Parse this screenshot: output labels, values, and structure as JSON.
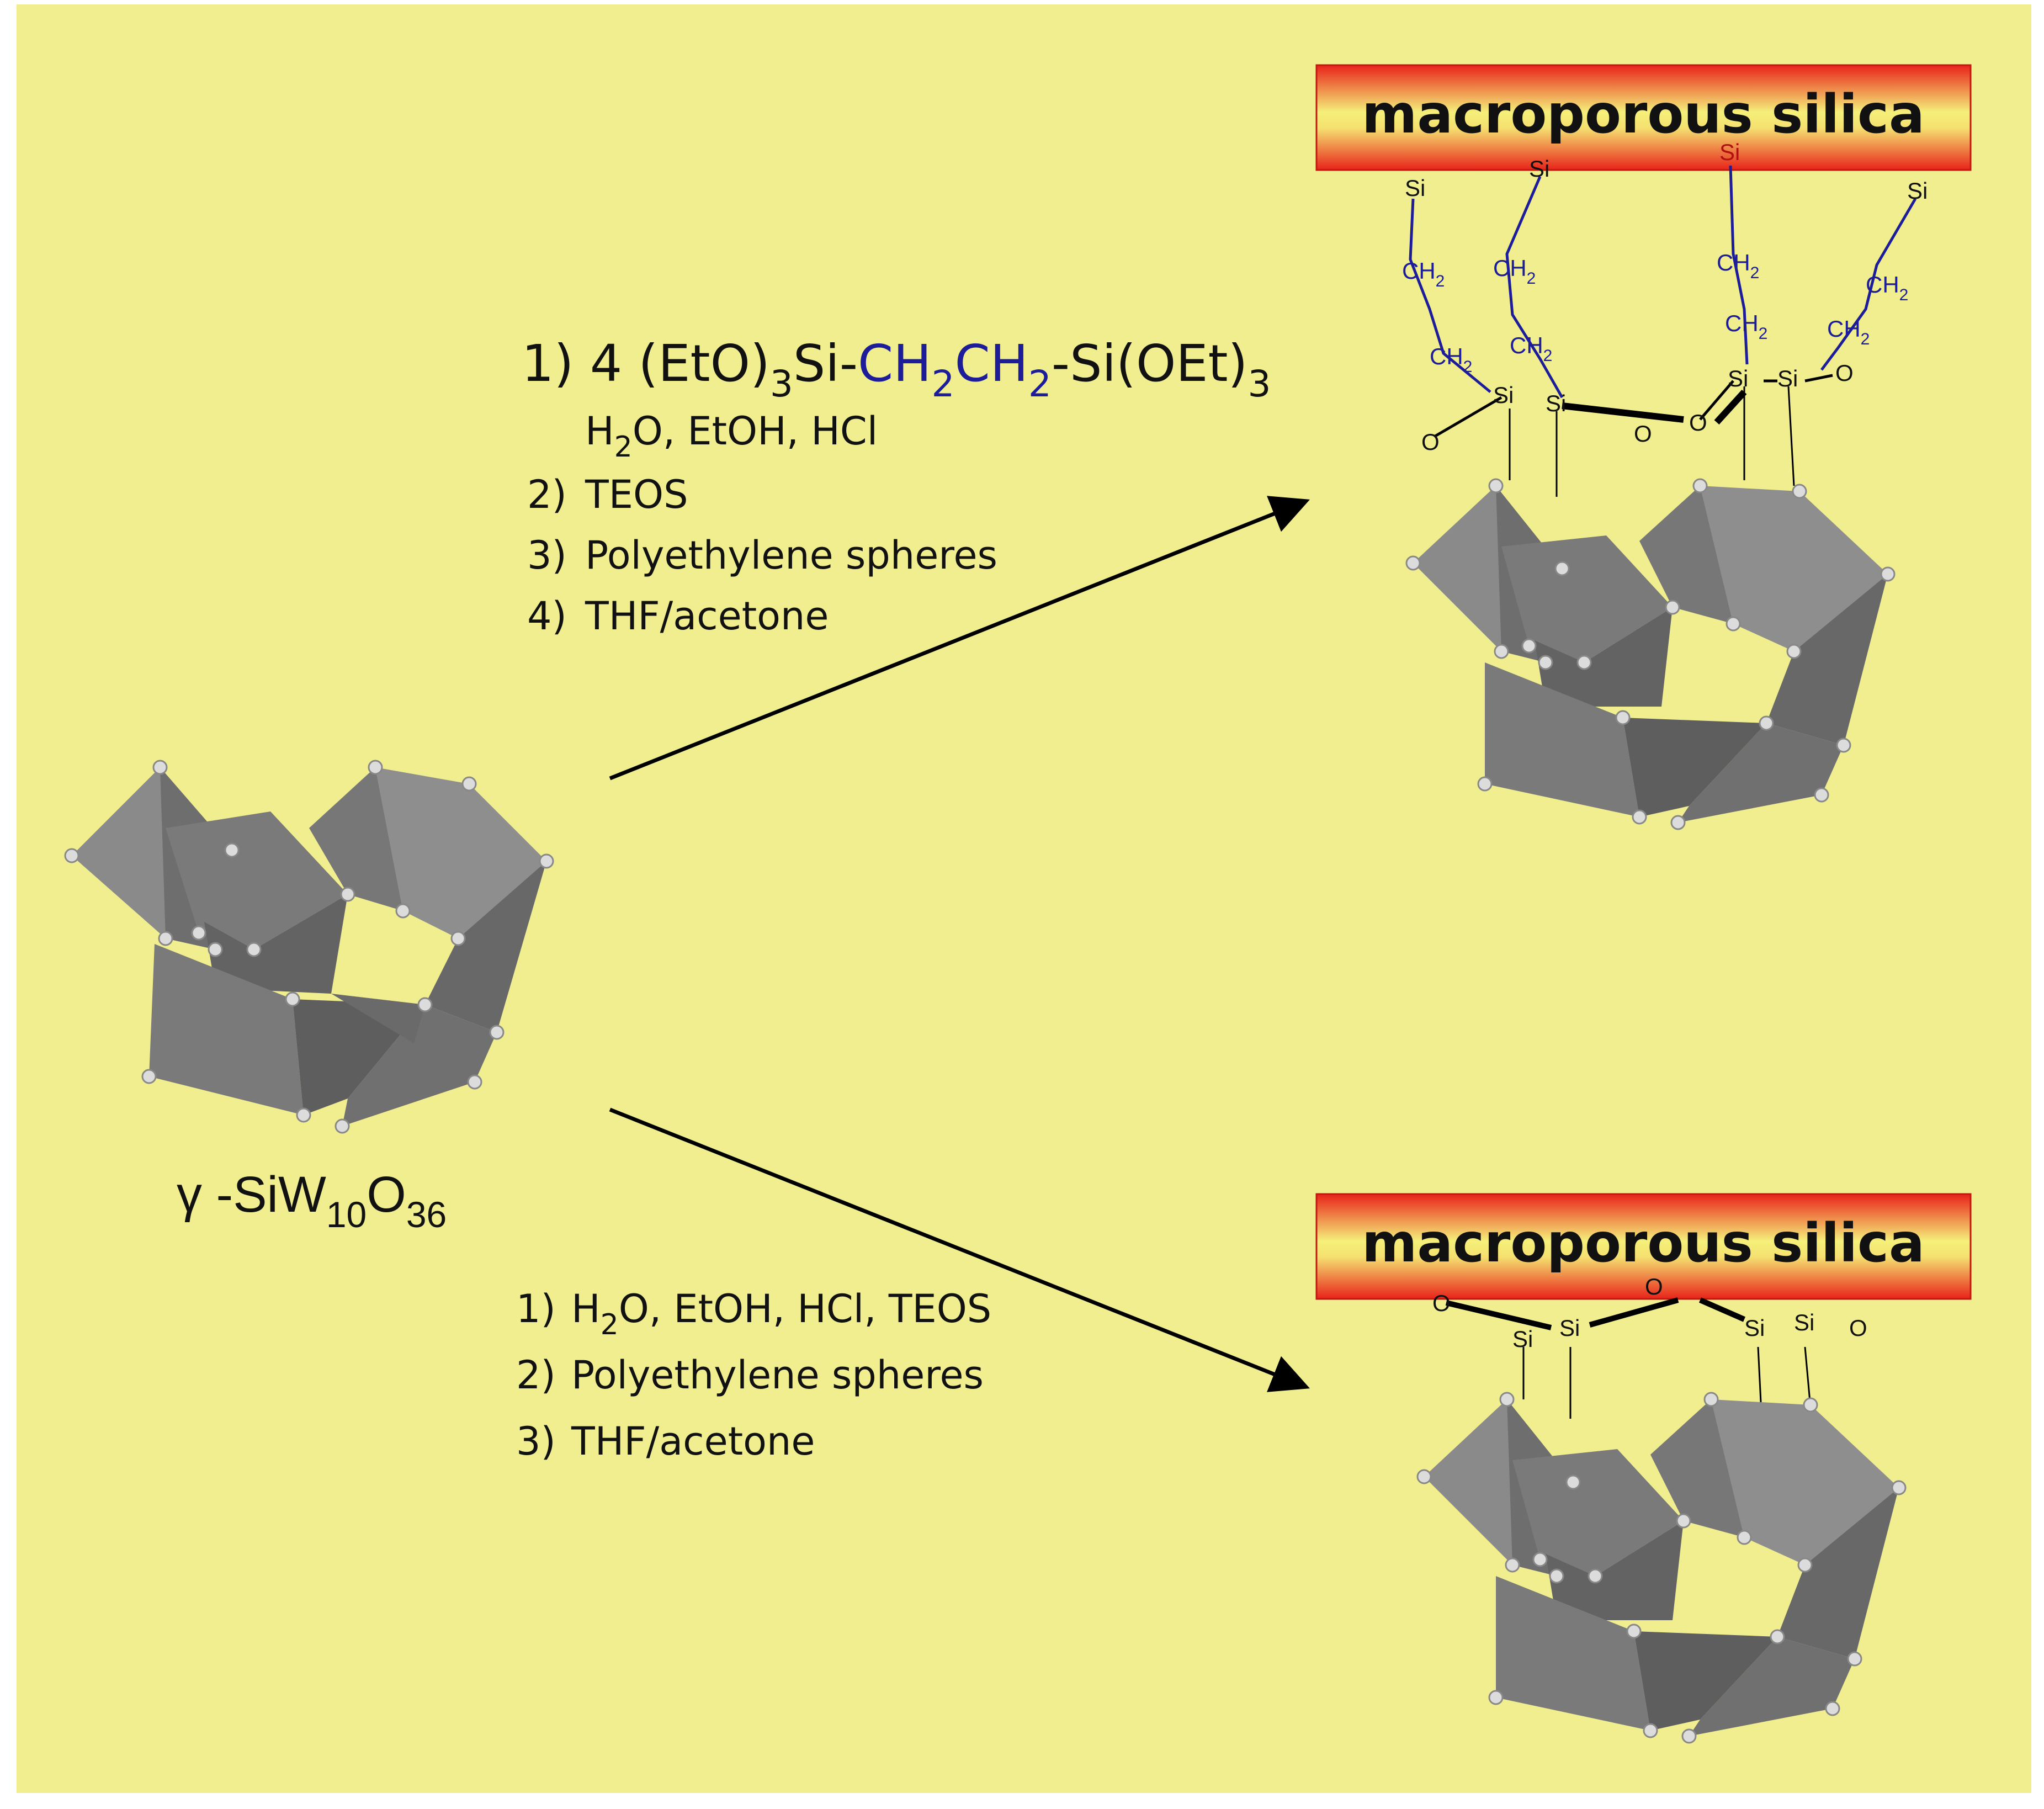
{
  "compound_label": {
    "prefix": "γ -SiW",
    "sub1": "10",
    "mid": "O",
    "sub2": "36"
  },
  "upper_route": {
    "step1": {
      "number": "1)",
      "coef": "4",
      "part_a": "(EtO)",
      "sub_a": "3",
      "part_b": "Si-",
      "bridge_1": "CH",
      "sub_b1": "2",
      "bridge_2": "CH",
      "sub_b2": "2",
      "part_c": "-Si(OEt)",
      "sub_c": "3"
    },
    "step1_conditions": {
      "a": "H",
      "sub": "2",
      "b": "O, EtOH, HCl"
    },
    "steps": [
      {
        "number": "2)",
        "text": "TEOS"
      },
      {
        "number": "3)",
        "text": "Polyethylene spheres"
      },
      {
        "number": "4)",
        "text": "THF/acetone"
      }
    ]
  },
  "lower_route": {
    "step1": {
      "number": "1)",
      "a": "H",
      "sub": "2",
      "b": "O, EtOH, HCl, TEOS"
    },
    "steps": [
      {
        "number": "2)",
        "text": "Polyethylene spheres"
      },
      {
        "number": "3)",
        "text": "THF/acetone"
      }
    ]
  },
  "upper_product": {
    "banner": "macroporous silica",
    "atoms": {
      "si": "Si",
      "o": "O",
      "ch": "CH",
      "ch_sub": "2"
    }
  },
  "lower_product": {
    "banner": "macroporous silica",
    "atoms": {
      "si": "Si",
      "o": "O"
    }
  },
  "colors": {
    "background": "#f0ee8f",
    "polyhedra": "#808080",
    "linker": "#1d1d9a",
    "banner_red": "#e8231a",
    "banner_yellow": "#f5f07a"
  }
}
